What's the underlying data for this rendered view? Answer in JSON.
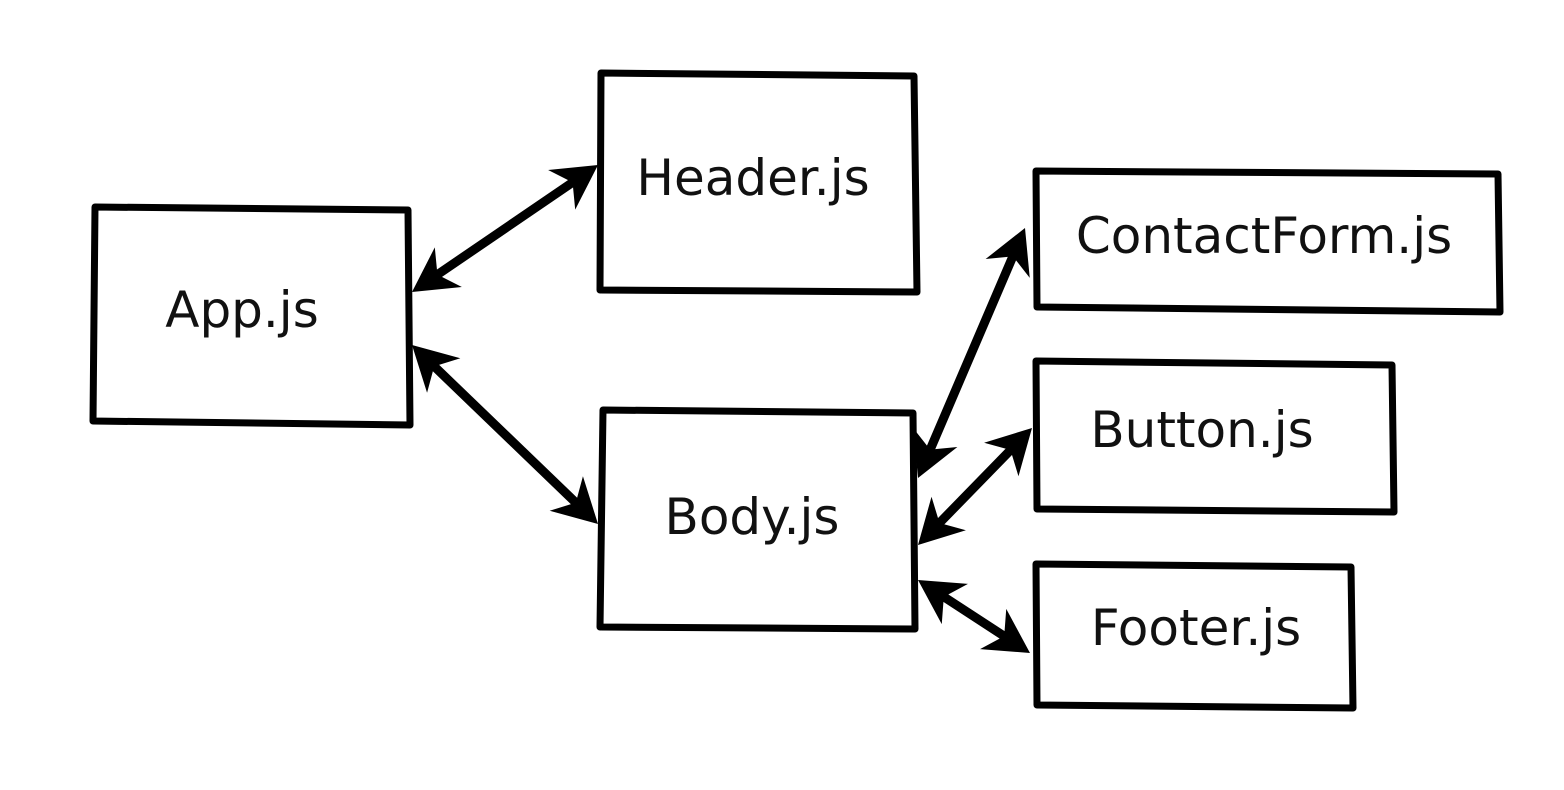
{
  "diagram": {
    "nodes": [
      {
        "id": "app",
        "label": "App.js"
      },
      {
        "id": "header",
        "label": "Header.js"
      },
      {
        "id": "body",
        "label": "Body.js"
      },
      {
        "id": "contactform",
        "label": "ContactForm.js"
      },
      {
        "id": "button",
        "label": "Button.js"
      },
      {
        "id": "footer",
        "label": "Footer.js"
      }
    ],
    "edges": [
      {
        "from": "app",
        "to": "header",
        "direction": "both"
      },
      {
        "from": "app",
        "to": "body",
        "direction": "both"
      },
      {
        "from": "body",
        "to": "contactform",
        "direction": "both"
      },
      {
        "from": "body",
        "to": "button",
        "direction": "both"
      },
      {
        "from": "body",
        "to": "footer",
        "direction": "both"
      }
    ],
    "colors": {
      "stroke": "#000000",
      "background": "#ffffff",
      "text": "#111111"
    }
  }
}
